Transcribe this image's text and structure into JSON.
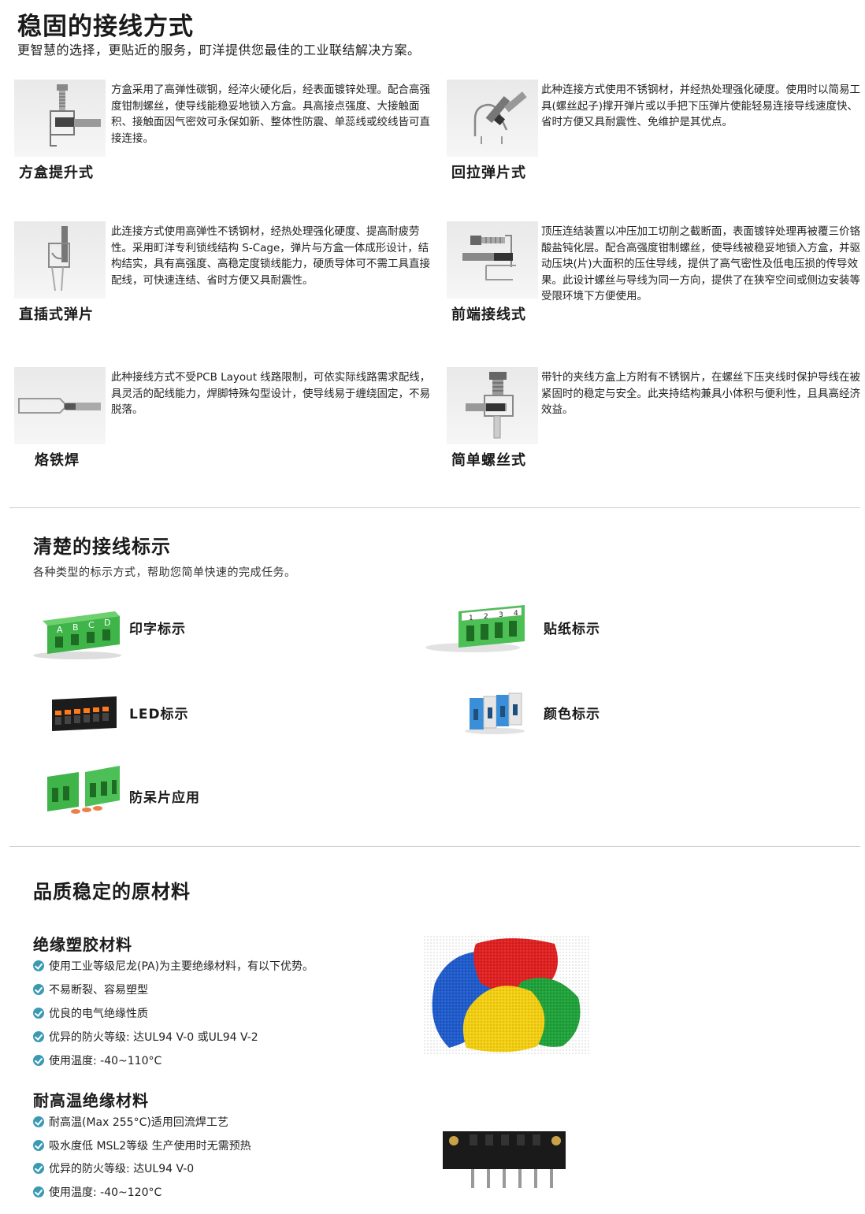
{
  "section1": {
    "title": "稳固的接线方式",
    "subtitle": "更智慧的选择，更贴近的服务，町洋提供您最佳的工业联结解决方案。",
    "methods": [
      {
        "name": "方盒提升式",
        "desc": "方盒采用了高弹性碳钢，经淬火硬化后，经表面镀锌处理。配合高强度钳制螺丝，使导线能稳妥地锁入方盒。具高接点强度、大接触面积、接触面因气密效可永保如新、整体性防震、单蕊线或绞线皆可直接连接。",
        "icon": "box-clamp-icon"
      },
      {
        "name": "回拉弹片式",
        "desc": "此种连接方式使用不锈钢材，并经热处理强化硬度。使用时以简易工具(螺丝起子)撑开弹片或以手把下压弹片使能轻易连接导线速度快、省时方便又具耐震性、免维护是其优点。",
        "icon": "pull-back-spring-icon"
      },
      {
        "name": "直插式弹片",
        "desc": "此连接方式使用高弹性不锈钢材，经热处理强化硬度、提高耐疲劳性。采用町洋专利锁线结构 S-Cage，弹片与方盒一体成形设计，结构结实，具有高强度、高稳定度锁线能力，硬质导体可不需工具直接配线，可快速连结、省时方便又具耐震性。",
        "icon": "push-in-spring-icon"
      },
      {
        "name": "前端接线式",
        "desc": "顶压连结装置以冲压加工切削之截断面，表面镀锌处理再被覆三价铬酸盐钝化层。配合高强度钳制螺丝，使导线被稳妥地锁入方盒，并驱动压块(片)大面积的压住导线，提供了高气密性及低电压损的传导效果。此设计螺丝与导线为同一方向，提供了在狭窄空间或侧边安装等受限环境下方便使用。",
        "icon": "front-wiring-icon"
      },
      {
        "name": "烙铁焊",
        "desc": "此种接线方式不受PCB Layout 线路限制，可依实际线路需求配线，具灵活的配线能力，焊脚特殊勾型设计，使导线易于缠绕固定，不易脱落。",
        "icon": "solder-icon"
      },
      {
        "name": "简单螺丝式",
        "desc": "带针的夹线方盒上方附有不锈钢片，在螺丝下压夹线时保护导线在被紧固时的稳定与安全。此夹持结构兼具小体积与便利性，且具高经济效益。",
        "icon": "simple-screw-icon"
      }
    ]
  },
  "section2": {
    "title": "清楚的接线标示",
    "subtitle": "各种类型的标示方式，帮助您简单快速的完成任务。",
    "marks": [
      {
        "label": "印字标示",
        "letters": [
          "A",
          "B",
          "C",
          "D"
        ]
      },
      {
        "label": "贴纸标示",
        "numbers": [
          "1",
          "2",
          "3",
          "4"
        ]
      },
      {
        "label": "LED标示"
      },
      {
        "label": "颜色标示"
      },
      {
        "label": "防呆片应用"
      }
    ]
  },
  "section3": {
    "title": "品质稳定的原材料",
    "groups": [
      {
        "title": "绝缘塑胶材料",
        "items": [
          "使用工业等级尼龙(PA)为主要绝缘材料，有以下优势。",
          "不易断裂、容易塑型",
          "优良的电气绝缘性质",
          "优异的防火等级: 达UL94 V-0 或UL94 V-2",
          "使用温度: -40~110°C"
        ]
      },
      {
        "title": "耐高温绝缘材料",
        "items": [
          "耐高温(Max 255°C)适用回流焊工艺",
          "吸水度低 MSL2等级 生产使用时无需预热",
          "优异的防火等级: 达UL94 V-0",
          "使用温度: -40~120°C"
        ]
      }
    ]
  },
  "colors": {
    "accent_green": "#3fb449",
    "check_blue": "#3a9ab3",
    "led_orange": "#ff7a1a"
  }
}
